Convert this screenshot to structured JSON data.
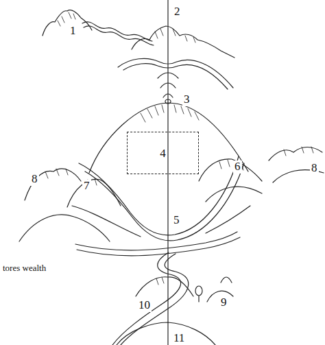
{
  "diagram": {
    "nodes": [
      {
        "text": [
          "4"
        ]
      }
    ],
    "labels": [
      "1",
      "2",
      "3",
      "8",
      "7",
      "6",
      "8",
      "5",
      "tores wealth",
      "10",
      "9",
      "11"
    ]
  }
}
